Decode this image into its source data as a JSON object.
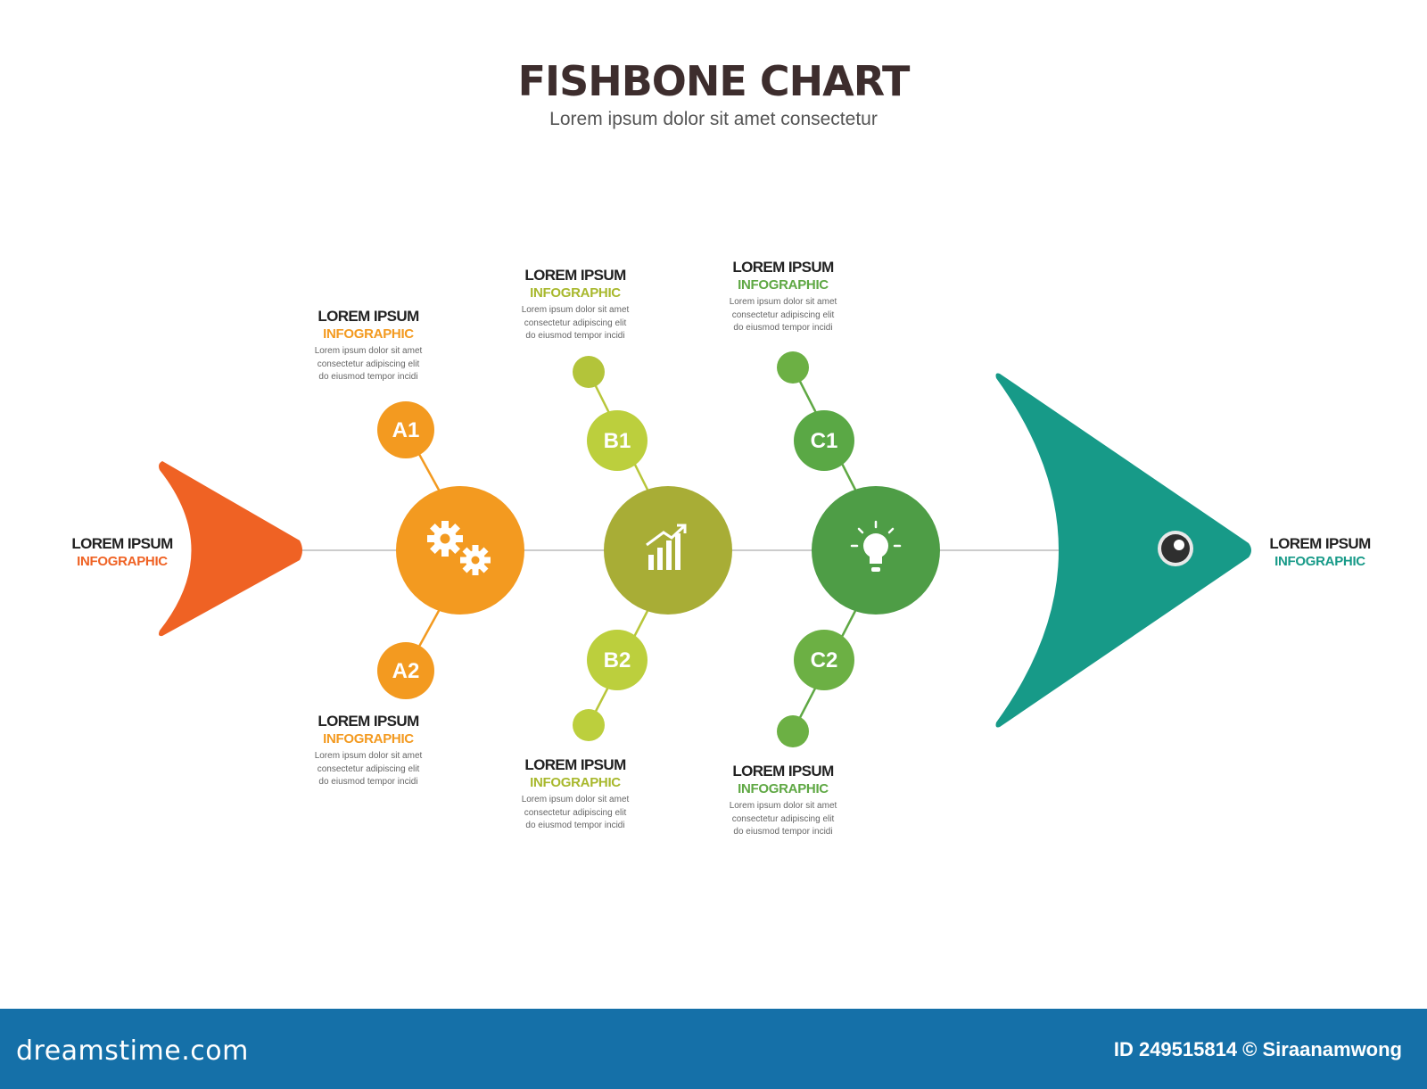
{
  "header": {
    "title": "FISHBONE CHART",
    "subtitle": "Lorem ipsum dolor sit amet consectetur"
  },
  "colors": {
    "tail": "#ef6224",
    "head": "#179a88",
    "a": "#f39a20",
    "b1": "#a8ad36",
    "b2": "#bccf3d",
    "c1": "#4e9d46",
    "c2": "#6cb044",
    "spine": "#cccccc"
  },
  "tail_label": {
    "heading": "LOREM IPSUM",
    "sub": "INFOGRAPHIC"
  },
  "head_label": {
    "heading": "LOREM IPSUM",
    "sub": "INFOGRAPHIC"
  },
  "nodes": [
    {
      "label": "A1",
      "icon": "gears-icon"
    },
    {
      "label": "A2"
    },
    {
      "label": "B1",
      "icon": "growth-chart-icon"
    },
    {
      "label": "B2"
    },
    {
      "label": "C1",
      "icon": "lightbulb-icon"
    },
    {
      "label": "C2"
    }
  ],
  "blocks": [
    {
      "heading": "LOREM IPSUM",
      "sub": "INFOGRAPHIC",
      "body": [
        "Lorem ipsum dolor sit amet",
        "consectetur adipiscing elit",
        "do eiusmod tempor incidi"
      ]
    },
    {
      "heading": "LOREM IPSUM",
      "sub": "INFOGRAPHIC",
      "body": [
        "Lorem ipsum dolor sit amet",
        "consectetur adipiscing elit",
        "do eiusmod tempor incidi"
      ]
    },
    {
      "heading": "LOREM IPSUM",
      "sub": "INFOGRAPHIC",
      "body": [
        "Lorem ipsum dolor sit amet",
        "consectetur adipiscing elit",
        "do eiusmod tempor incidi"
      ]
    },
    {
      "heading": "LOREM IPSUM",
      "sub": "INFOGRAPHIC",
      "body": [
        "Lorem ipsum dolor sit amet",
        "consectetur adipiscing elit",
        "do eiusmod tempor incidi"
      ]
    },
    {
      "heading": "LOREM IPSUM",
      "sub": "INFOGRAPHIC",
      "body": [
        "Lorem ipsum dolor sit amet",
        "consectetur adipiscing elit",
        "do eiusmod tempor incidi"
      ]
    },
    {
      "heading": "LOREM IPSUM",
      "sub": "INFOGRAPHIC",
      "body": [
        "Lorem ipsum dolor sit amet",
        "consectetur adipiscing elit",
        "do eiusmod tempor incidi"
      ]
    }
  ],
  "footer": {
    "logo": "dreamstime.com",
    "credit": "ID 249515814 © Siraanamwong"
  }
}
